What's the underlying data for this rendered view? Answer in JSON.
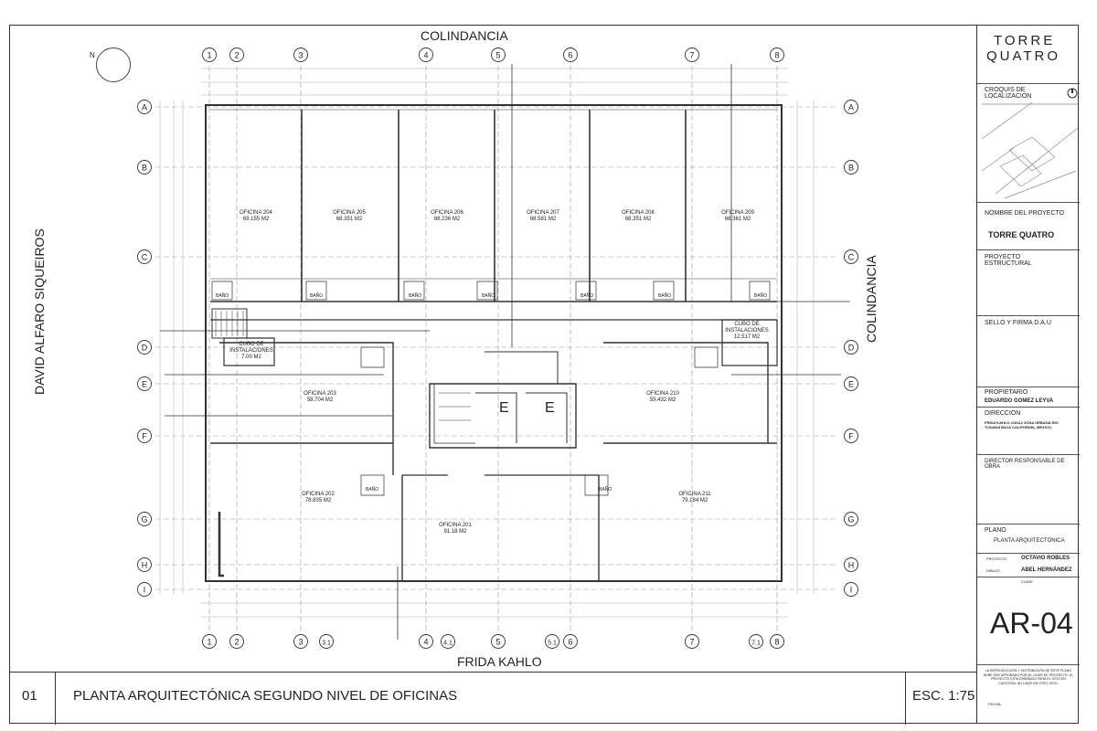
{
  "sheet": {
    "number": "01",
    "title": "PLANTA ARQUITECTÓNICA SEGUNDO NIVEL DE OFICINAS",
    "scale": "ESC. 1:75"
  },
  "streets": {
    "top": "COLINDANCIA",
    "bottom": "FRIDA KAHLO",
    "left": "DAVID ALFARO SIQUEIROS",
    "right": "COLINDANCIA"
  },
  "north_label": "N",
  "grid": {
    "columns_top": [
      "1",
      "2",
      "3",
      "4",
      "5",
      "6",
      "7",
      "8"
    ],
    "columns_bottom": [
      "1",
      "2",
      "3",
      "3.1",
      "4",
      "4.1",
      "5",
      "5.1",
      "6",
      "7",
      "7.1",
      "8"
    ],
    "rows": [
      "A",
      "B",
      "C",
      "D",
      "E",
      "F",
      "G",
      "H",
      "I"
    ]
  },
  "offices": [
    {
      "name": "OFICINA 204",
      "area": "69.155 M2"
    },
    {
      "name": "OFICINA 205",
      "area": "68.351 M2"
    },
    {
      "name": "OFICINA 206",
      "area": "68.236 M2"
    },
    {
      "name": "OFICINA 207",
      "area": "68.581 M2"
    },
    {
      "name": "OFICINA 208",
      "area": "68.351 M2"
    },
    {
      "name": "OFICINA 209",
      "area": "68.361 M2"
    },
    {
      "name": "OFICINA 203",
      "area": "58.704 M2"
    },
    {
      "name": "OFICINA 210",
      "area": "59.432 M2"
    },
    {
      "name": "OFICINA 202",
      "area": "78.835 M2"
    },
    {
      "name": "OFICINA 201",
      "area": "91.18 M2"
    },
    {
      "name": "OFICINA 211",
      "area": "79.184 M2"
    }
  ],
  "shafts": [
    {
      "name": "CUBO DE INSTALACIONES",
      "area": "7.00 M2"
    },
    {
      "name": "CUBO DE INSTALACIONES",
      "area": "12.517 M2"
    }
  ],
  "elevator_mark": "E",
  "bath_label": "BAÑO",
  "title_block": {
    "project_logo_line1": "TORRE",
    "project_logo_line2": "QUATRO",
    "location_heading": "CROQUIS DE LOCALIZACIÓN",
    "project_name_heading": "NOMBRE DEL PROYECTO",
    "project_name": "TORRE QUATRO",
    "structural_heading": "PROYECTO ESTRUCTURAL",
    "stamp_heading": "SELLO Y FIRMA D.A.U",
    "owner_heading": "PROPIETARIO",
    "owner_name": "EDUARDO GOMEZ LEYVA",
    "address_heading": "DIRECCIÓN",
    "address": "FRIDA KAHLO #10412 ZONA URBANA RIO TIJUANA BAJA CALIFORNIA, MEXICO.",
    "dro_heading": "DIRECTOR RESPONSABLE DE OBRA",
    "plan_heading": "PLANO",
    "plan_name": "PLANTA ARQUITECTÓNICA",
    "project_role": "PROYECTO",
    "project_person": "OCTAVIO ROBLES",
    "drawing_role": "DIBUJO",
    "drawing_person": "ABEL HERNÁNDEZ",
    "key_heading": "CLAVE",
    "sheet_code": "AR-04",
    "notice": "LA REPRODUCCIÓN Y DISTRIBUCIÓN DE ESTE PLANO DEBE SER APROBADO POR EL LIDER DE PROYECTO. EL PROYECTO ESTA DISEÑADO PARA EL SITIO EN CUESTIÓN. NO USAR EN OTRO SITIO.",
    "date_label": "FECHA:"
  }
}
